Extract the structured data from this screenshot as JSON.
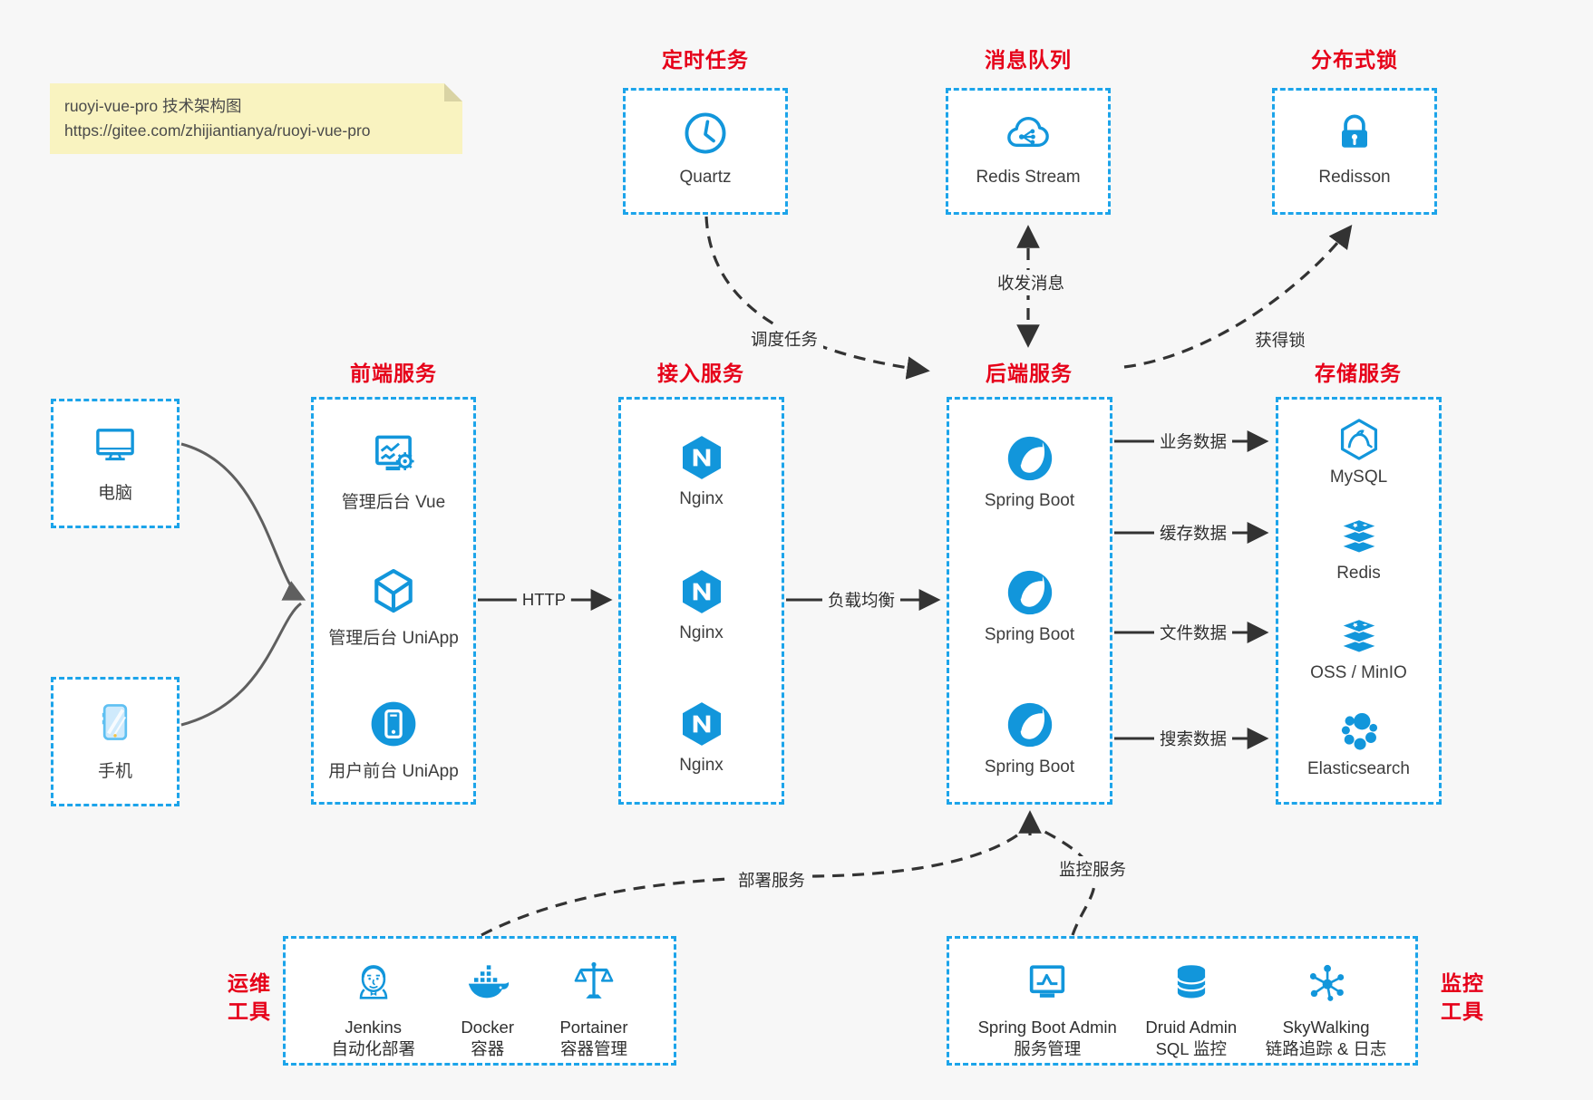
{
  "note": {
    "line1": "ruoyi-vue-pro 技术架构图",
    "line2": "https://gitee.com/zhijiantianya/ruoyi-vue-pro"
  },
  "palette": {
    "blue": "#1296db",
    "dash_blue": "#1ca4ea",
    "red": "#e60019",
    "bg": "#f7f7f7"
  },
  "groups": {
    "scheduler": {
      "title": "定时任务",
      "item": {
        "label": "Quartz",
        "icon": "clock-icon"
      }
    },
    "mq": {
      "title": "消息队列",
      "item": {
        "label": "Redis Stream",
        "icon": "cloud-share-icon"
      }
    },
    "lock": {
      "title": "分布式锁",
      "item": {
        "label": "Redisson",
        "icon": "lock-icon"
      }
    },
    "devices": {
      "computer": {
        "label": "电脑",
        "icon": "desktop-icon"
      },
      "phone": {
        "label": "手机",
        "icon": "smartphone-icon"
      }
    },
    "frontend": {
      "title": "前端服务",
      "items": [
        {
          "label": "管理后台 Vue",
          "icon": "admin-vue-icon"
        },
        {
          "label": "管理后台 UniApp",
          "icon": "uniapp-cube-icon"
        },
        {
          "label": "用户前台 UniApp",
          "icon": "user-app-icon"
        }
      ]
    },
    "gateway": {
      "title": "接入服务",
      "items": [
        {
          "label": "Nginx",
          "icon": "nginx-icon"
        },
        {
          "label": "Nginx",
          "icon": "nginx-icon"
        },
        {
          "label": "Nginx",
          "icon": "nginx-icon"
        }
      ]
    },
    "backend": {
      "title": "后端服务",
      "items": [
        {
          "label": "Spring Boot",
          "icon": "spring-icon"
        },
        {
          "label": "Spring Boot",
          "icon": "spring-icon"
        },
        {
          "label": "Spring Boot",
          "icon": "spring-icon"
        }
      ]
    },
    "storage": {
      "title": "存储服务",
      "items": [
        {
          "label": "MySQL",
          "icon": "mysql-icon"
        },
        {
          "label": "Redis",
          "icon": "redis-stack-icon"
        },
        {
          "label": "OSS / MinIO",
          "icon": "oss-stack-icon"
        },
        {
          "label": "Elasticsearch",
          "icon": "elasticsearch-icon"
        }
      ]
    },
    "ops": {
      "side_title_lines": [
        "运维",
        "工具"
      ],
      "items": [
        {
          "label": "Jenkins",
          "sublabel": "自动化部署",
          "icon": "jenkins-icon"
        },
        {
          "label": "Docker",
          "sublabel": "容器",
          "icon": "docker-icon"
        },
        {
          "label": "Portainer",
          "sublabel": "容器管理",
          "icon": "portainer-icon"
        }
      ]
    },
    "monitoring": {
      "side_title_lines": [
        "监控",
        "工具"
      ],
      "items": [
        {
          "label": "Spring Boot Admin",
          "sublabel": "服务管理",
          "icon": "spring-boot-admin-icon"
        },
        {
          "label": "Druid Admin",
          "sublabel": "SQL 监控",
          "icon": "druid-icon"
        },
        {
          "label": "SkyWalking",
          "sublabel": "链路追踪 & 日志",
          "icon": "skywalking-icon"
        }
      ]
    }
  },
  "edges": {
    "http": "HTTP",
    "load_balance": "负载均衡",
    "business_data": "业务数据",
    "cache_data": "缓存数据",
    "file_data": "文件数据",
    "search_data": "搜索数据",
    "schedule_task": "调度任务",
    "send_receive_message": "收发消息",
    "acquire_lock": "获得锁",
    "deploy_service": "部署服务",
    "monitor_service": "监控服务"
  }
}
